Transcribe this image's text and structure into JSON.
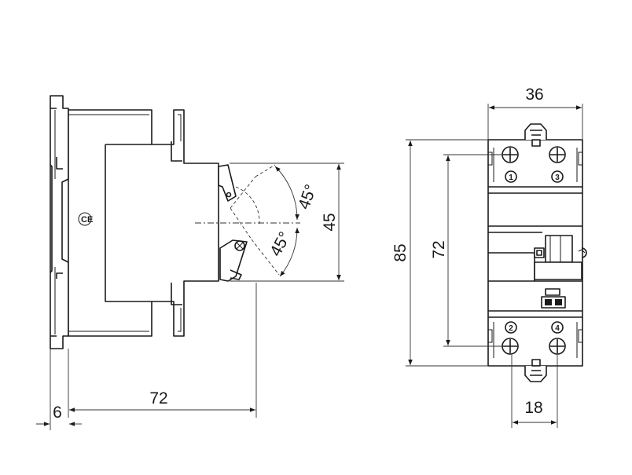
{
  "side_view": {
    "mark": "CE",
    "dims": {
      "depth": "72",
      "rail_offset": "6",
      "handle_travel": "45",
      "angle_up": "45°",
      "angle_down": "45°"
    }
  },
  "front_view": {
    "dims": {
      "width": "36",
      "height": "85",
      "terminal_pitch_v": "72",
      "terminal_pitch_h": "18"
    },
    "terminals": [
      "1",
      "3",
      "2",
      "4"
    ]
  },
  "colors": {
    "line": "#1a1a1a",
    "background": "#ffffff"
  }
}
